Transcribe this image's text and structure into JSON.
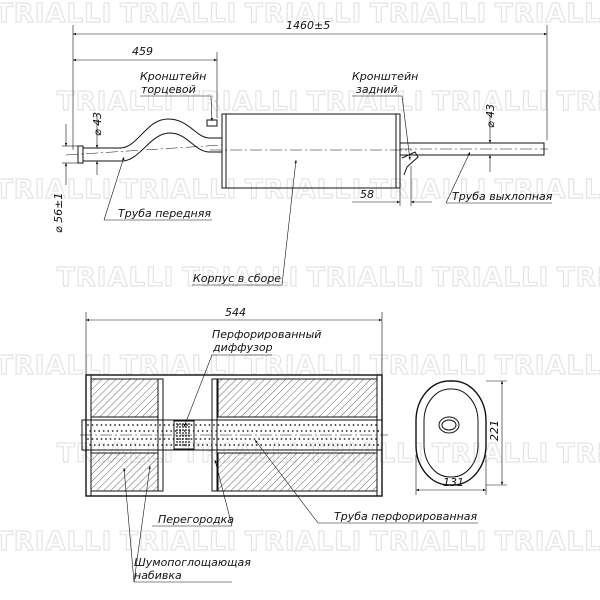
{
  "watermark": {
    "brand": "TRIALLI"
  },
  "top_view": {
    "dim_overall_length": "1460±5",
    "dim_front_section": "459",
    "dim_front_diameter": "⌀ 43",
    "dim_flange_diameter": "⌀ 56±1",
    "dim_tail_diameter": "⌀ 43",
    "dim_rear_bracket_offset": "58",
    "label_end_bracket_line1": "Кронштейн",
    "label_end_bracket_line2": "торцевой",
    "label_rear_bracket_line1": "Кронштейн",
    "label_rear_bracket_line2": "задний",
    "label_front_pipe": "Труба передняя",
    "label_tail_pipe": "Труба выхлопная",
    "label_body": "Корпус в сборе"
  },
  "section_view": {
    "dim_body_length": "544",
    "dim_body_height": "221",
    "dim_body_width": "131",
    "label_diffuser_line1": "Перфорированный",
    "label_diffuser_line2": "диффузор",
    "label_baffle": "Перегородка",
    "label_perforated_pipe": "Труба перфорированная",
    "label_packing_line1": "Шумопоглощающая",
    "label_packing_line2": "набивка"
  }
}
